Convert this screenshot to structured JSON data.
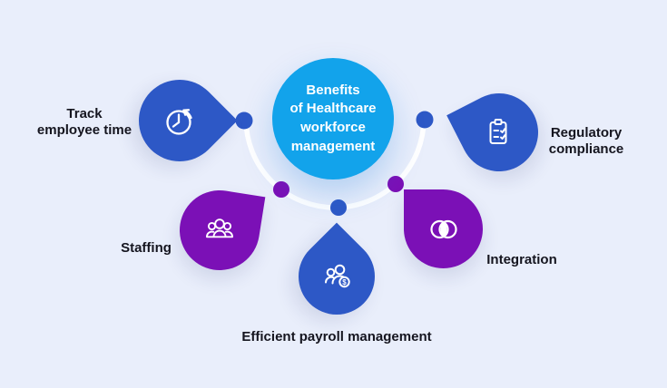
{
  "center": {
    "label": "Benefits\nof Healthcare\nworkforce\nmanagement"
  },
  "nodes": [
    {
      "id": "track-employee-time",
      "label": "Track\nemployee time",
      "icon": "clock-refresh-icon",
      "color_role": "blue"
    },
    {
      "id": "regulatory-compliance",
      "label": "Regulatory\ncompliance",
      "icon": "clipboard-checklist-icon",
      "color_role": "blue"
    },
    {
      "id": "staffing",
      "label": "Staffing",
      "icon": "people-group-icon",
      "color_role": "purple"
    },
    {
      "id": "integration",
      "label": "Integration",
      "icon": "venn-diagram-icon",
      "color_role": "purple"
    },
    {
      "id": "efficient-payroll-management",
      "label": "Efficient payroll management",
      "icon": "people-dollar-icon",
      "color_role": "blue"
    }
  ],
  "colors": {
    "background": "#e9eefb",
    "center_circle": "#12a3eb",
    "blue_node": "#2d58c6",
    "purple_node": "#7b10b6",
    "connector_arc": "#ffffff",
    "label_text": "#15151f",
    "center_text": "#ffffff"
  }
}
